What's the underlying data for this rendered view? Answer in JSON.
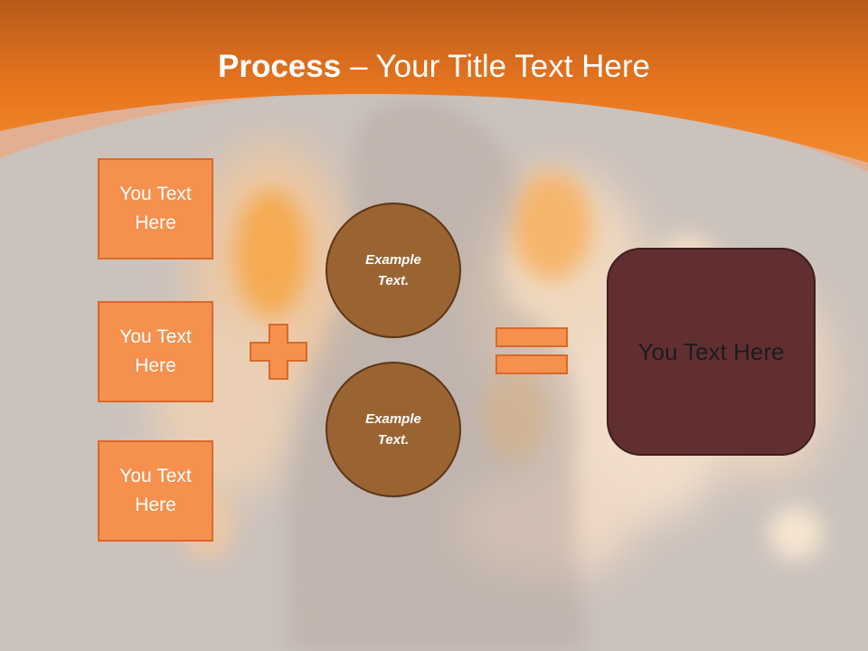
{
  "slide": {
    "title_bold": "Process",
    "title_rest": " – Your Title Text Here",
    "boxes": [
      {
        "label": "You Text Here"
      },
      {
        "label": "You Text Here"
      },
      {
        "label": "You Text Here"
      }
    ],
    "circles": [
      {
        "label": "Example Text."
      },
      {
        "label": "Example Text."
      }
    ],
    "result": {
      "label": "You Text Here"
    },
    "icons": {
      "plus": "plus-icon",
      "equals": "equals-icon"
    }
  },
  "colors": {
    "header_orange": "#f07c24",
    "box_fill": "#f5904e",
    "circle_fill": "#9a6432",
    "result_fill": "#622f31",
    "background": "#cbc2bc"
  }
}
